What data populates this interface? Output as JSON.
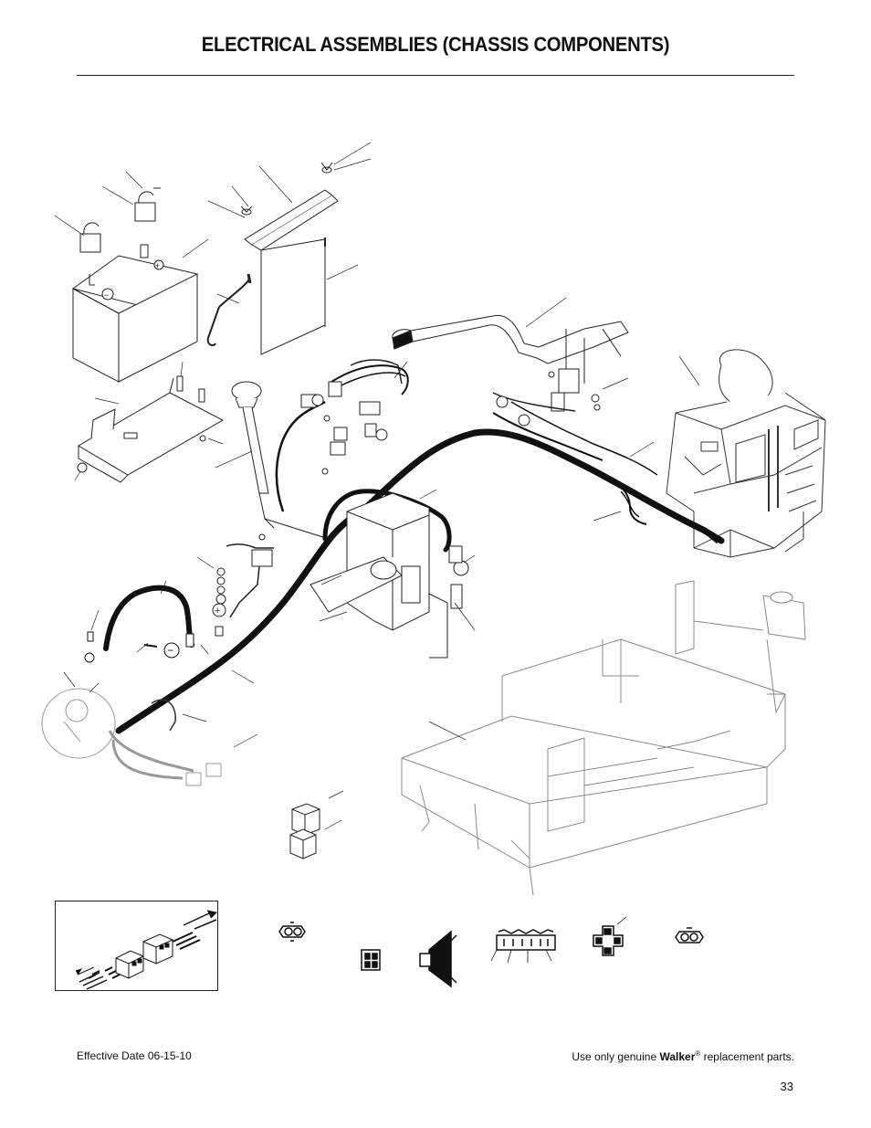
{
  "page": {
    "title": "ELECTRICAL ASSEMBLIES (CHASSIS COMPONENTS)",
    "footer_left": "Effective Date 06-15-10",
    "footer_right_prefix": "Use only genuine ",
    "footer_right_brand": "Walker",
    "footer_right_reg": "®",
    "footer_right_suffix": " replacement parts.",
    "page_number": "33"
  },
  "diagram": {
    "components": [
      "battery",
      "battery-hold-down",
      "battery-tray",
      "battery-cable-positive",
      "battery-cable-negative",
      "solenoid",
      "wiring-harness",
      "relay",
      "control-lever",
      "engine",
      "chassis-frame",
      "grommet",
      "connector-key-switch",
      "connector-pto-switch",
      "connector-seat-switch"
    ],
    "battery_symbols": {
      "positive": "+",
      "negative": "−"
    }
  }
}
